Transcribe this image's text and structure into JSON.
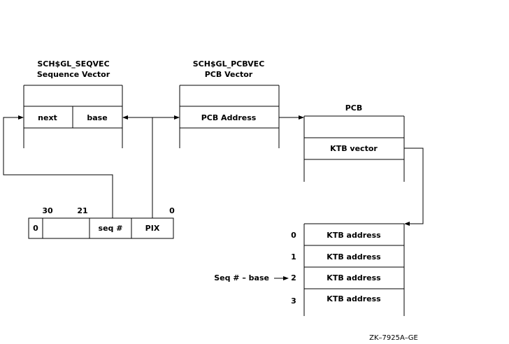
{
  "seqvec": {
    "symbol": "SCH$GL_SEQVEC",
    "title": "Sequence Vector",
    "cell_next": "next",
    "cell_base": "base"
  },
  "pcbvec": {
    "symbol": "SCH$GL_PCBVEC",
    "title": "PCB Vector",
    "cell": "PCB Address"
  },
  "pcb": {
    "title": "PCB",
    "cell": "KTB vector"
  },
  "longword": {
    "bit_30": "30",
    "bit_21": "21",
    "bit_0": "0",
    "field_zero": "0",
    "field_seq": "seq #",
    "field_pix": "PIX"
  },
  "ktb_vector": {
    "rows": [
      {
        "index": "0",
        "label": "KTB address"
      },
      {
        "index": "1",
        "label": "KTB address"
      },
      {
        "index": "2",
        "label": "KTB address"
      },
      {
        "index": "3",
        "label": "KTB address"
      }
    ],
    "pointer_label": "Seq # – base"
  },
  "figure_id": "ZK–7925A–GE"
}
